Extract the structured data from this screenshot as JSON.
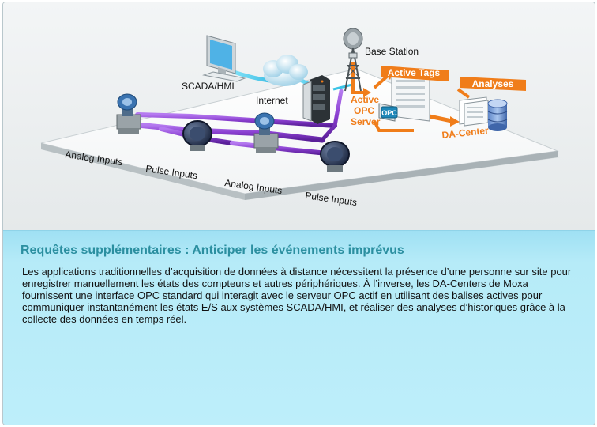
{
  "diagram": {
    "labels": {
      "base_station": "Base Station",
      "active_tags": "Active Tags",
      "analyses": "Analyses",
      "scada_hmi": "SCADA/HMI",
      "internet": "Internet",
      "active_opc_server": [
        "Active",
        "OPC",
        "Server"
      ],
      "opc_badge": "OPC",
      "da_center": "DA-Center",
      "analog_inputs_1": "Analog Inputs",
      "pulse_inputs_1": "Pulse Inputs",
      "analog_inputs_2": "Analog Inputs",
      "pulse_inputs_2": "Pulse Inputs"
    },
    "colors": {
      "orange": "#f07d1a",
      "purple": "#8a3fd0",
      "cyan_link": "#3cc4e6",
      "title_teal": "#2b8fa0"
    }
  },
  "panel": {
    "title": "Requêtes supplémentaires : Anticiper les événements imprévus",
    "body": "Les applications traditionnelles d’acquisition de données à distance nécessitent la présence d’une personne sur site pour enregistrer manuellement les états des compteurs et autres périphériques. À l’inverse, les DA-Centers de  Moxa fournissent une interface OPC standard qui interagit avec le serveur OPC actif en utilisant des balises actives pour communiquer instantanément les états E/S aux systèmes SCADA/HMI, et réaliser des analyses d’historiques grâce à la collecte des données en temps réel."
  }
}
